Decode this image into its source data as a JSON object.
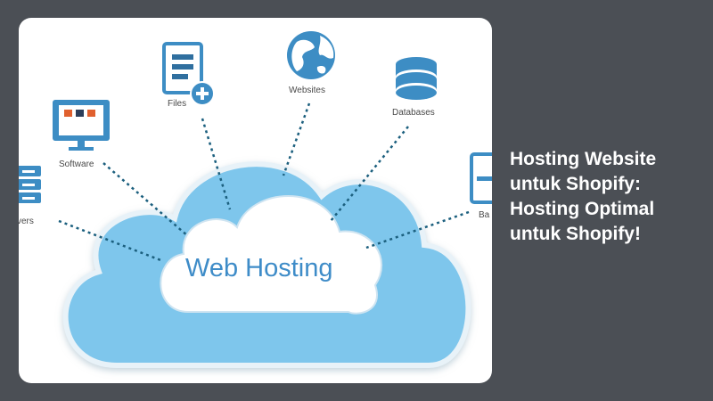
{
  "image": {
    "center_text": "Web Hosting",
    "nodes": [
      {
        "label": "Files",
        "icon": "file-add-icon"
      },
      {
        "label": "Websites",
        "icon": "globe-icon"
      },
      {
        "label": "Databases",
        "icon": "database-icon"
      },
      {
        "label": "Software",
        "icon": "monitor-icon"
      },
      {
        "label": "vers",
        "icon": "server-icon"
      },
      {
        "label": "Ba",
        "icon": "backup-icon"
      }
    ]
  },
  "headline": {
    "line1": "Hosting Website",
    "line2": "untuk Shopify:",
    "line3": "Hosting Optimal",
    "line4": "untuk Shopify!"
  },
  "colors": {
    "background": "#4b4f55",
    "cloud_outer": "#7ec6ec",
    "cloud_inner": "#ffffff",
    "icon_blue": "#3d8dc4",
    "text": "#3e8cc8"
  }
}
